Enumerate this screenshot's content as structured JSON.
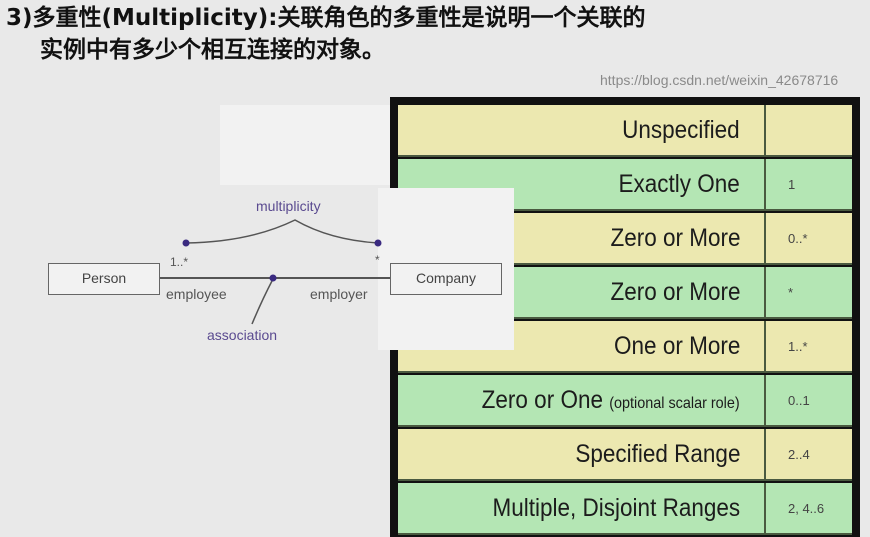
{
  "title": {
    "line1": "3)多重性(Multiplicity):关联角色的多重性是说明一个关联的",
    "line2": "实例中有多少个相互连接的对象。"
  },
  "diagram": {
    "class_left": "Person",
    "class_right": "Company",
    "mult_left": "1..*",
    "mult_right": "*",
    "role_left": "employee",
    "role_right": "employer",
    "label_multiplicity": "multiplicity",
    "label_association": "association",
    "accent": "#3a2a80"
  },
  "table": {
    "rows": [
      {
        "label": "Unspecified",
        "value": "",
        "color": "yellow"
      },
      {
        "label": "Exactly One",
        "value": "1",
        "color": "green"
      },
      {
        "label": "Zero or More",
        "value": "0..*",
        "color": "yellow"
      },
      {
        "label": "Zero or More",
        "value": "*",
        "color": "green"
      },
      {
        "label": "One or More",
        "value": "1..*",
        "color": "yellow"
      },
      {
        "label": "Zero or One",
        "note": "(optional scalar role)",
        "value": "0..1",
        "color": "green"
      },
      {
        "label": "Specified Range",
        "value": "2..4",
        "color": "yellow"
      },
      {
        "label": "Multiple, Disjoint Ranges",
        "value": "2, 4..6",
        "color": "green"
      }
    ]
  },
  "watermark": "https://blog.csdn.net/weixin_42678716"
}
